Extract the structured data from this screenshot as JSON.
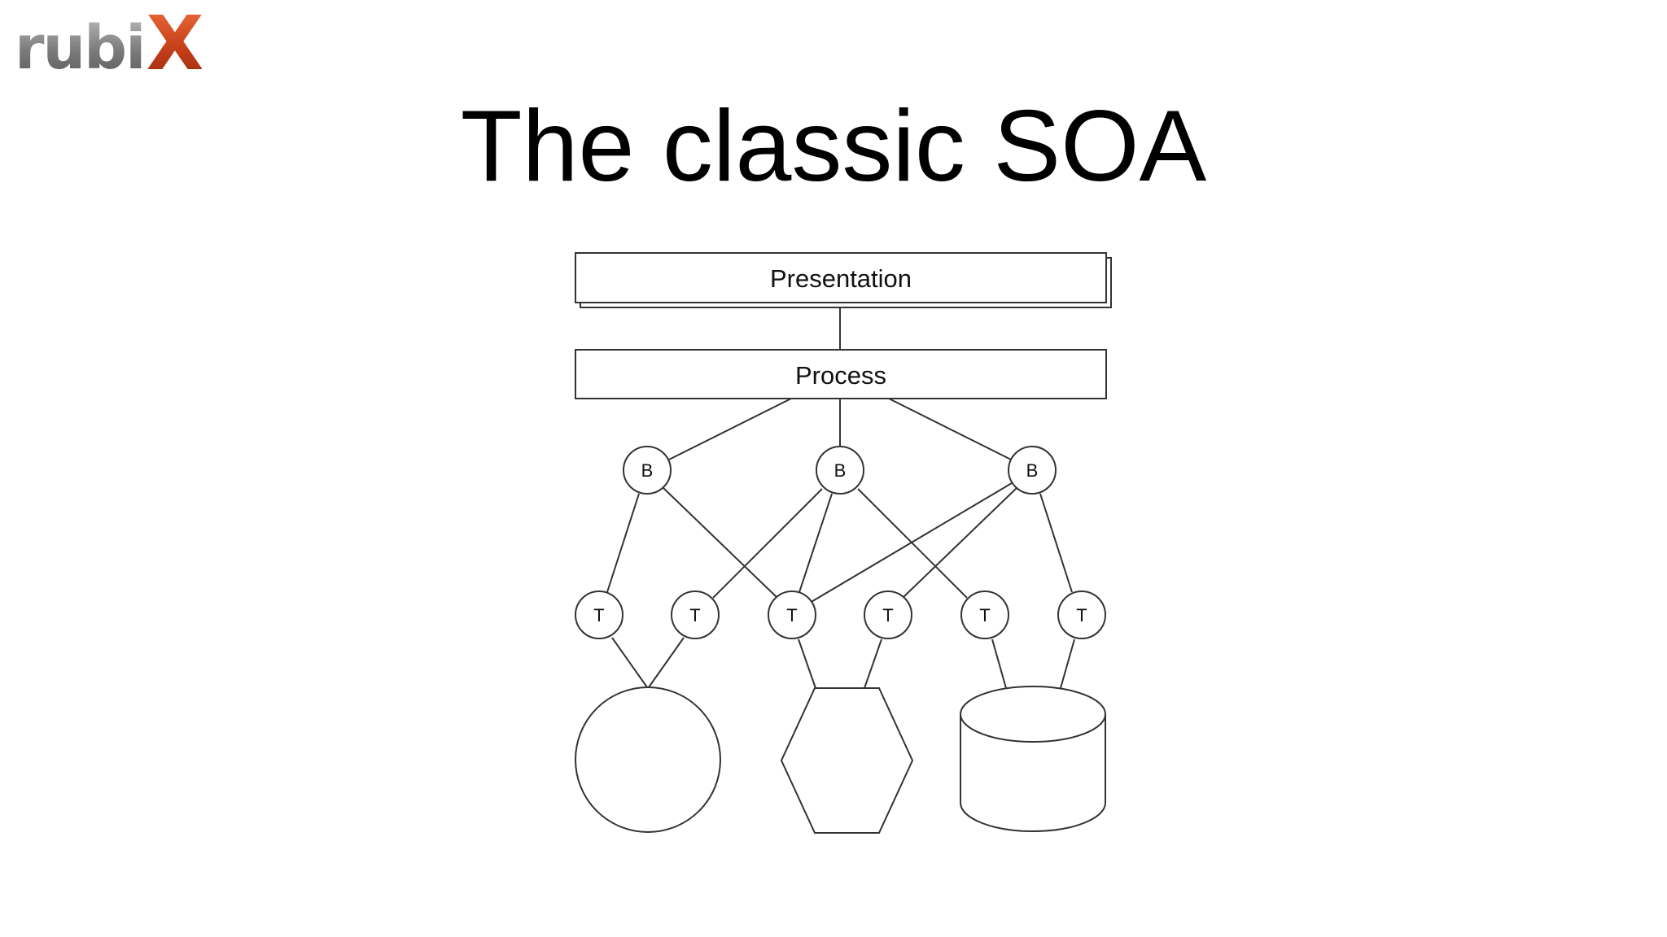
{
  "logo": {
    "text": "rubi",
    "accent": "X"
  },
  "slide": {
    "title": "The classic SOA"
  },
  "diagram": {
    "presentation_label": "Presentation",
    "process_label": "Process",
    "business_nodes": [
      "B",
      "B",
      "B"
    ],
    "technical_nodes": [
      "T",
      "T",
      "T",
      "T",
      "T",
      "T"
    ]
  },
  "colors": {
    "logo_gray": "#8a8a8a",
    "logo_accent": "#c9441e",
    "stroke": "#333333",
    "text": "#000000"
  }
}
